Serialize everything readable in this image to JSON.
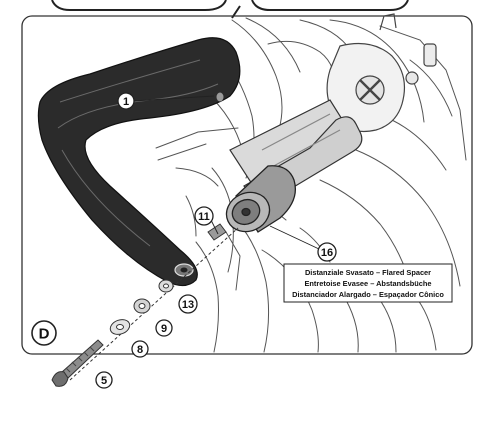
{
  "step": {
    "letter": "D"
  },
  "callouts": {
    "handguard": "1",
    "screw": "5",
    "washer": "8",
    "spacer_small": "9",
    "bolt_lower": "11",
    "spacer_ring": "13",
    "bar_end": "16"
  },
  "note": {
    "line_it": "Distanziale Svasato – Flared Spacer",
    "line_fr_de": "Entretoise Evasee – Abstandsbüche",
    "line_es_pt": "Distanciador Alargado – Espaçador Cônico"
  }
}
